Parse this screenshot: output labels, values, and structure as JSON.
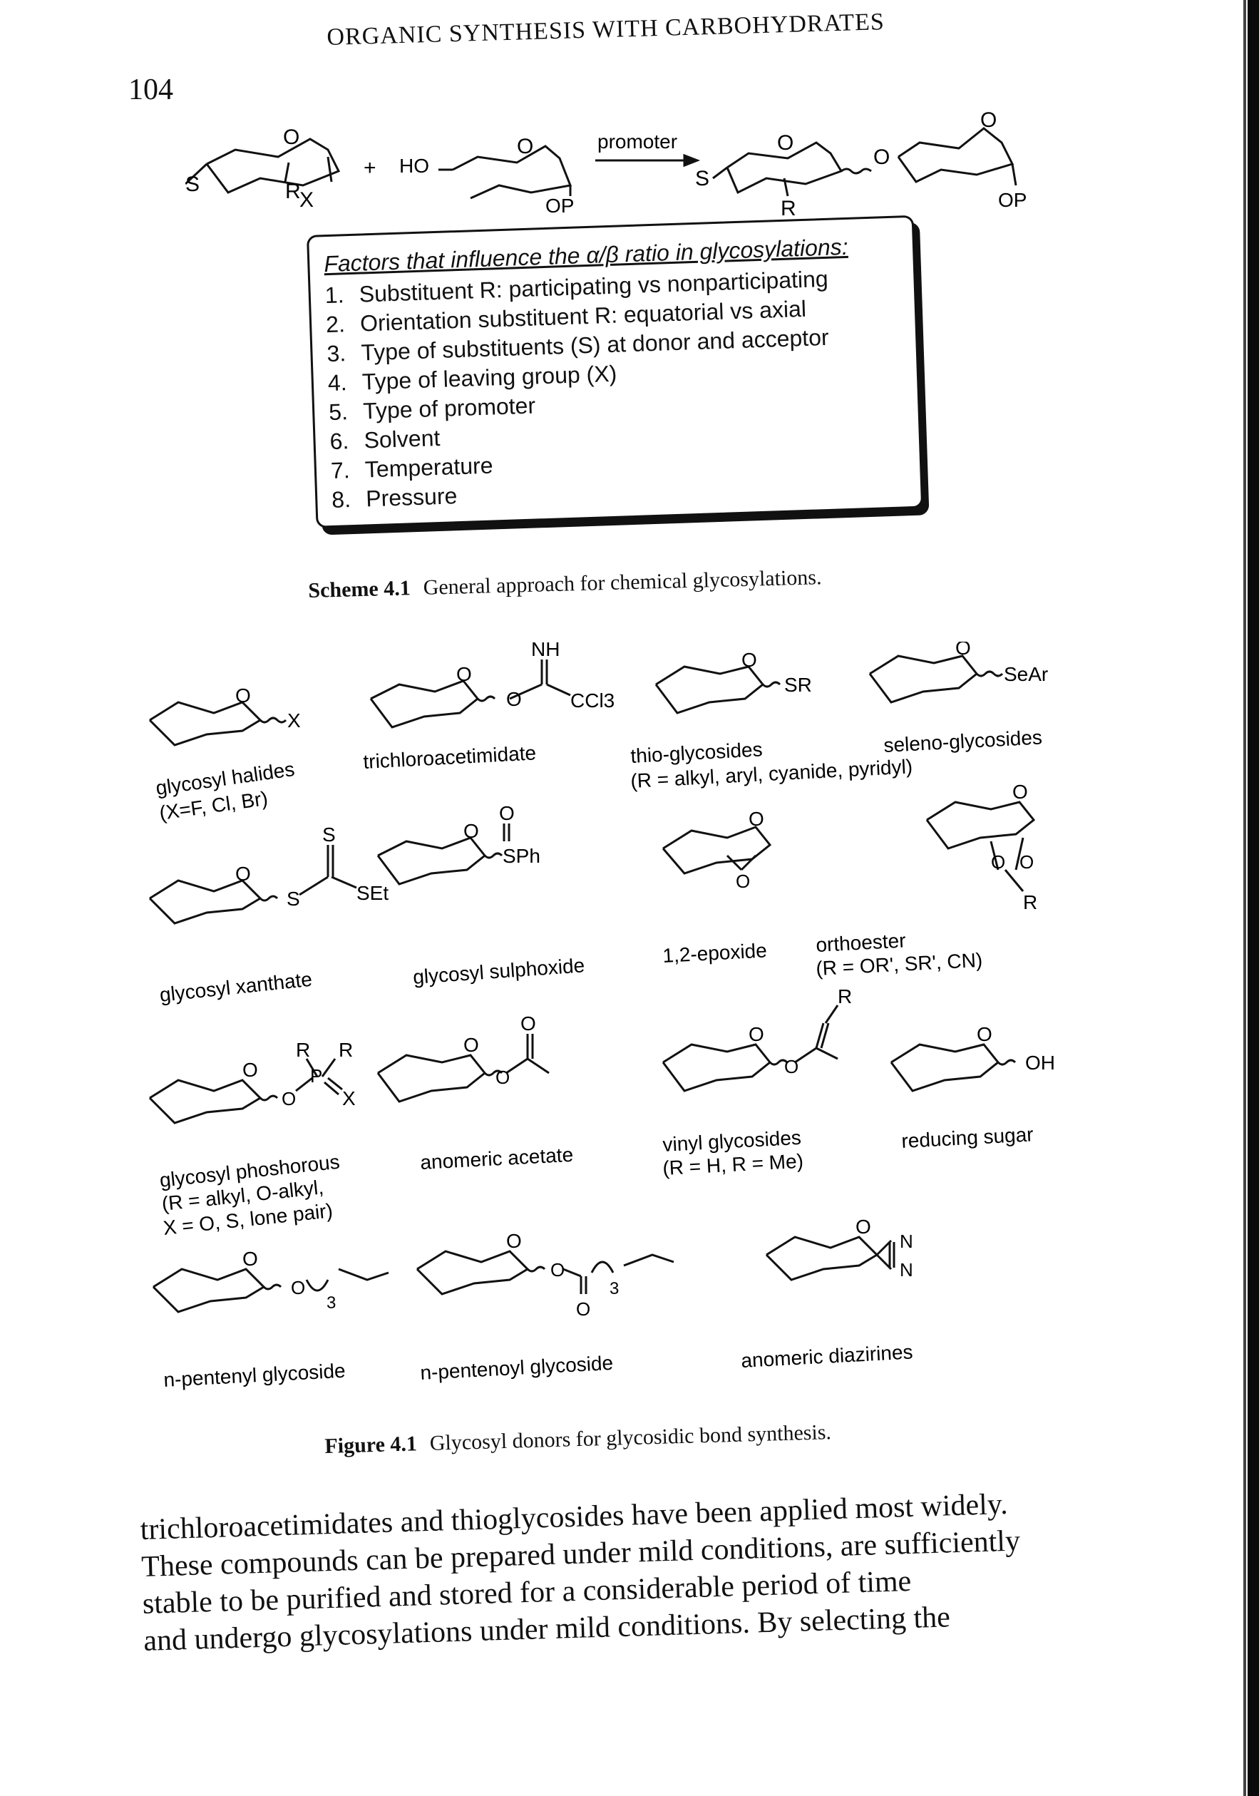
{
  "header": {
    "page_number": "104",
    "running_head": "ORGANIC SYNTHESIS WITH CARBOHYDRATES"
  },
  "scheme": {
    "donor_labels": {
      "s": "S",
      "r": "R",
      "x": "X"
    },
    "plus": "+",
    "acceptor_labels": {
      "ho": "HO",
      "op": "OP"
    },
    "arrow_label": "promoter",
    "product_labels": {
      "s": "S",
      "r": "R",
      "op": "OP"
    },
    "ring_o": "O"
  },
  "factors": {
    "title": "Factors that influence the α/β ratio in glycosylations:",
    "items": [
      {
        "num": "1.",
        "text": "Substituent R: participating vs nonparticipating"
      },
      {
        "num": "2.",
        "text": "Orientation substituent R: equatorial vs axial"
      },
      {
        "num": "3.",
        "text": "Type of substituents (S) at donor and acceptor"
      },
      {
        "num": "4.",
        "text": "Type of leaving group (X)"
      },
      {
        "num": "5.",
        "text": "Type of promoter"
      },
      {
        "num": "6.",
        "text": "Solvent"
      },
      {
        "num": "7.",
        "text": "Temperature"
      },
      {
        "num": "8.",
        "text": "Pressure"
      }
    ]
  },
  "scheme_caption": {
    "label": "Scheme 4.1",
    "text": "General approach for chemical glycosylations."
  },
  "donors": {
    "halide": {
      "name": "glycosyl halides",
      "note": "(X=F, Cl, Br)",
      "sub": "X"
    },
    "imidate": {
      "name": "trichloroacetimidate",
      "nh": "NH",
      "ccl3": "CCl3",
      "o": "O"
    },
    "thio": {
      "name": "thio-glycosides",
      "note": "(R = alkyl, aryl, cyanide, pyridyl)",
      "sub": "SR"
    },
    "seleno": {
      "name": "seleno-glycosides",
      "sub": "SeAr"
    },
    "xanthate": {
      "name": "glycosyl xanthate",
      "s_top": "S",
      "s": "S",
      "set": "SEt"
    },
    "sulphoxide": {
      "name": "glycosyl sulphoxide",
      "o": "O",
      "sph": "SPh"
    },
    "epoxide": {
      "name": "1,2-epoxide",
      "o": "O"
    },
    "orthoester": {
      "name": "orthoester",
      "note": "(R = OR', SR', CN)",
      "r": "R",
      "o": "O"
    },
    "phosphorous": {
      "name": "glycosyl phoshorous",
      "note1": "(R = alkyl, O-alkyl,",
      "note2": "X = O, S, lone pair)",
      "r1": "R",
      "r2": "R",
      "p": "P",
      "x": "X",
      "o": "O"
    },
    "acetate": {
      "name": "anomeric acetate",
      "o": "O"
    },
    "vinyl": {
      "name": "vinyl glycosides",
      "note": "(R = H, R = Me)",
      "r": "R",
      "o": "O"
    },
    "reducing": {
      "name": "reducing sugar",
      "sub": "OH"
    },
    "pentenyl": {
      "name": "n-pentenyl glycoside",
      "o": "O",
      "n": "3"
    },
    "pentenoyl": {
      "name": "n-pentenoyl glycoside",
      "o": "O",
      "n": "3"
    },
    "diazirine": {
      "name": "anomeric diazirines",
      "n": "N"
    }
  },
  "figure_caption": {
    "label": "Figure 4.1",
    "text": "Glycosyl donors for glycosidic bond synthesis."
  },
  "body": {
    "lines": [
      "trichloroacetimidates and thioglycosides have been applied most widely.",
      "These compounds can be prepared under mild conditions, are sufficiently",
      "stable to be purified and stored for a considerable period of time",
      "and undergo glycosylations under mild conditions. By selecting the"
    ]
  }
}
